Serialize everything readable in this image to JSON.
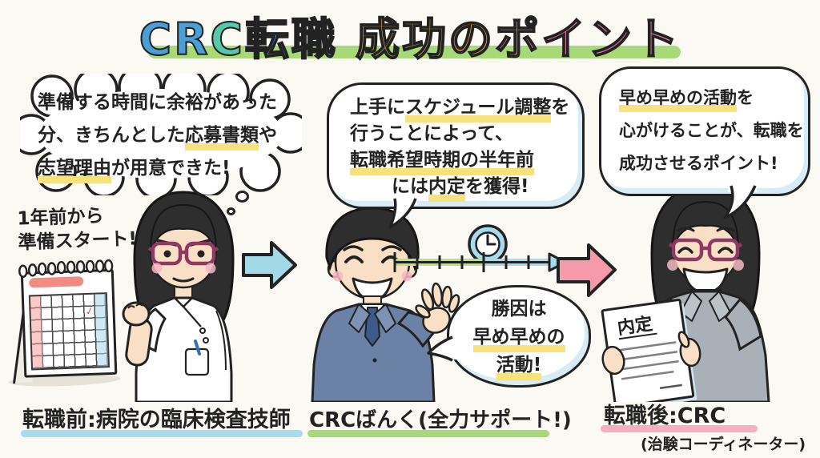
{
  "title": {
    "text": "CRC転職 成功のポイント",
    "chars": [
      {
        "ch": "C",
        "color": "#4a9fd8"
      },
      {
        "ch": "R",
        "color": "#4a9fd8"
      },
      {
        "ch": "C",
        "color": "#58c8a8"
      },
      {
        "ch": "転",
        "color": "#4a9fd8"
      },
      {
        "ch": "職",
        "color": "#4a9fd8"
      },
      {
        "ch": " ",
        "color": "#333333"
      },
      {
        "ch": "成",
        "color": "#f2c94c"
      },
      {
        "ch": "功",
        "color": "#f2c94c"
      },
      {
        "ch": "の",
        "color": "#f0a23e"
      },
      {
        "ch": "ポ",
        "color": "#f27fab"
      },
      {
        "ch": "イ",
        "color": "#f27fab"
      },
      {
        "ch": "ン",
        "color": "#f27fab"
      },
      {
        "ch": "ト",
        "color": "#f27fab"
      }
    ]
  },
  "before": {
    "thought_bubble": {
      "line1": "準備する時間に余裕があった",
      "line2a": "分、きちんとした",
      "line2b": "応募書類",
      "line2c": "や",
      "line3a": "志望理由",
      "line3b": "が用意できた!"
    },
    "calendar_note_line1": "1年前から",
    "calendar_note_line2": "準備スタート!",
    "calendar_check": "✓",
    "label": "転職前:病院の臨床検査技師"
  },
  "agent": {
    "speech_bubble": {
      "line1a": "上手に",
      "line1b": "スケジュール調整",
      "line1c": "を",
      "line2": "行うことによって、",
      "line3": "転職希望時期の半年前",
      "line4a": "には",
      "line4b": "内定",
      "line4c": "を獲得!"
    },
    "win_bubble": {
      "line1": "勝因は",
      "line2": "早め早めの",
      "line3": "活動!"
    },
    "label": "CRCばんく(全力サポート!)"
  },
  "after": {
    "speech_bubble": {
      "line1a": "早め早めの活動",
      "line1b": "を",
      "line2": "心がけることが、転職を",
      "line3": "成功させるポイント!"
    },
    "document_text": "内定",
    "label": "転職後:CRC",
    "sublabel": "(治験コーディネーター)"
  },
  "colors": {
    "background": "#fbf9f3",
    "outline": "#222222",
    "highlight_yellow": "#f8e27d",
    "title_underline_green": "#a8d878",
    "underline_blue": "#a7dbee",
    "underline_green": "#a8d878",
    "underline_pink": "#f6aec0",
    "arrow_blue": "#a2d8e8",
    "arrow_pink": "#f49aab",
    "timeline_green": "#b9e086",
    "timeline_blue": "#a5dbec",
    "suit_blue": "#6b81a5",
    "suit_gray": "#a9b0b8",
    "glasses_purple": "#8d3a63",
    "skin": "#fadfc7",
    "hair_black": "#2e2e2e",
    "calendar_red": "#f28b82"
  }
}
